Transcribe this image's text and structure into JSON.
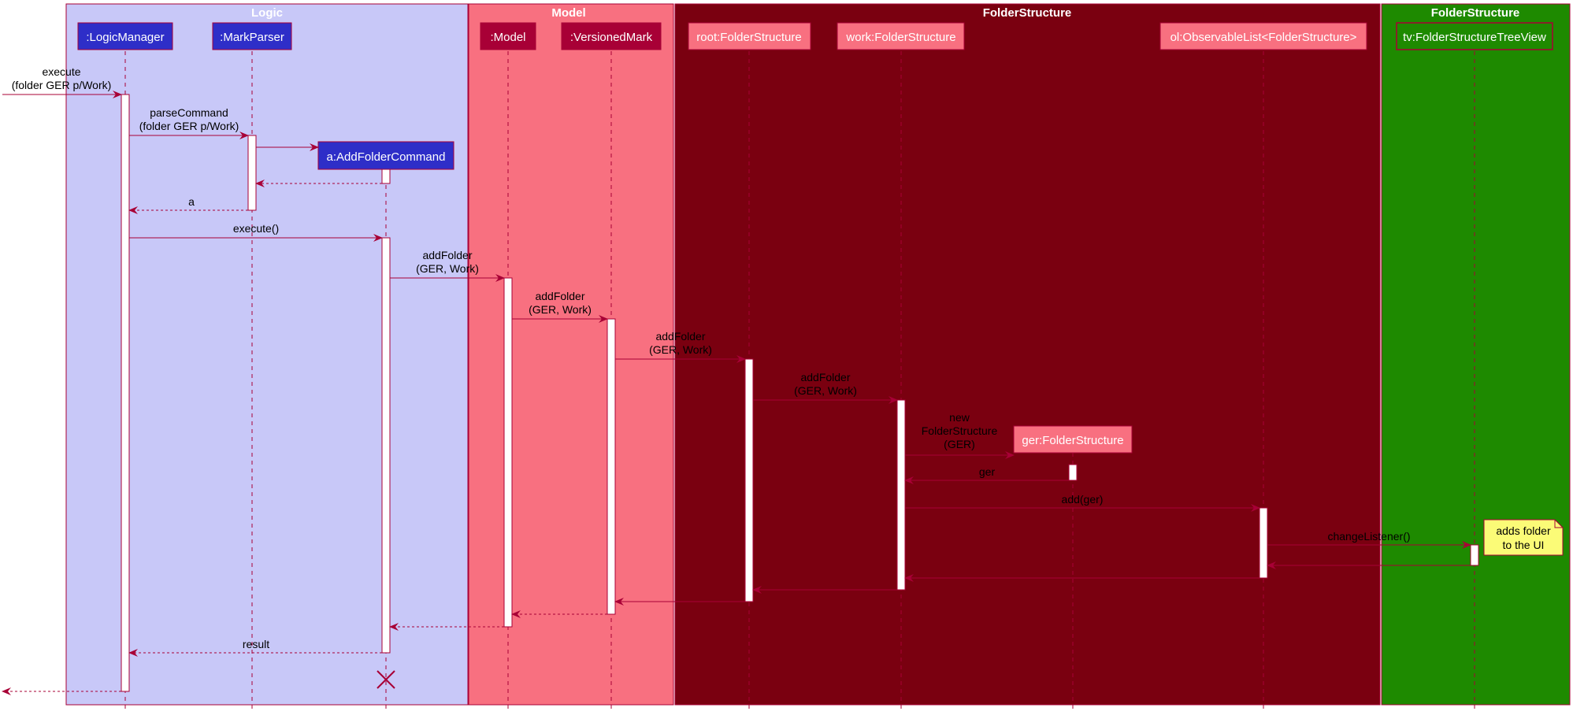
{
  "boxes": [
    {
      "id": "logic",
      "title": "Logic",
      "fill": "#c8c8f8"
    },
    {
      "id": "model",
      "title": "Model",
      "fill": "#f87080"
    },
    {
      "id": "fs",
      "title": "FolderStructure",
      "fill": "#7a0010"
    },
    {
      "id": "ui",
      "title": "FolderStructure",
      "fill": "#1e8a00"
    }
  ],
  "participants": [
    {
      "id": "lm",
      "label": ":LogicManager",
      "style": "blue"
    },
    {
      "id": "mp",
      "label": ":MarkParser",
      "style": "blue"
    },
    {
      "id": "afc",
      "label": "a:AddFolderCommand",
      "style": "blue"
    },
    {
      "id": "model",
      "label": ":Model",
      "style": "dark"
    },
    {
      "id": "vm",
      "label": ":VersionedMark",
      "style": "dark"
    },
    {
      "id": "root",
      "label": "root:FolderStructure",
      "style": "pink"
    },
    {
      "id": "work",
      "label": "work:FolderStructure",
      "style": "pink"
    },
    {
      "id": "ger",
      "label": "ger:FolderStructure",
      "style": "pink"
    },
    {
      "id": "ol",
      "label": "ol:ObservableList<FolderStructure>",
      "style": "pink"
    },
    {
      "id": "tv",
      "label": "tv:FolderStructureTreeView",
      "style": "outline"
    }
  ],
  "messages": [
    {
      "id": "m-execute",
      "lines": [
        "execute",
        "(folder GER p/Work)"
      ]
    },
    {
      "id": "m-parse",
      "lines": [
        "parseCommand",
        "(folder GER p/Work)"
      ]
    },
    {
      "id": "m-create",
      "lines": []
    },
    {
      "id": "m-ret-create",
      "lines": []
    },
    {
      "id": "m-ret-a",
      "lines": [
        "a"
      ]
    },
    {
      "id": "m-exec2",
      "lines": [
        "execute()"
      ]
    },
    {
      "id": "m-add1",
      "lines": [
        "addFolder",
        "(GER, Work)"
      ]
    },
    {
      "id": "m-add2",
      "lines": [
        "addFolder",
        "(GER, Work)"
      ]
    },
    {
      "id": "m-add3",
      "lines": [
        "addFolder",
        "(GER, Work)"
      ]
    },
    {
      "id": "m-add4",
      "lines": [
        "addFolder",
        "(GER, Work)"
      ]
    },
    {
      "id": "m-new",
      "lines": [
        "new",
        "FolderStructure",
        "(GER)"
      ]
    },
    {
      "id": "m-ret-ger",
      "lines": [
        "ger"
      ]
    },
    {
      "id": "m-addger",
      "lines": [
        "add(ger)"
      ]
    },
    {
      "id": "m-change",
      "lines": [
        "changeListener()"
      ]
    },
    {
      "id": "m-r1",
      "lines": []
    },
    {
      "id": "m-r2",
      "lines": []
    },
    {
      "id": "m-r3",
      "lines": []
    },
    {
      "id": "m-r4",
      "lines": []
    },
    {
      "id": "m-r5",
      "lines": []
    },
    {
      "id": "m-r6",
      "lines": []
    },
    {
      "id": "m-r7",
      "lines": []
    },
    {
      "id": "m-result",
      "lines": [
        "result"
      ]
    },
    {
      "id": "m-final",
      "lines": []
    }
  ],
  "note": {
    "lines": [
      "adds folder",
      "to the UI"
    ]
  },
  "colors": {
    "arrow": "#a80036",
    "pinkBox": "#f87080",
    "darkBox": "#a80036",
    "blueBox": "#2e2ec8",
    "note": "#fbfb77"
  }
}
